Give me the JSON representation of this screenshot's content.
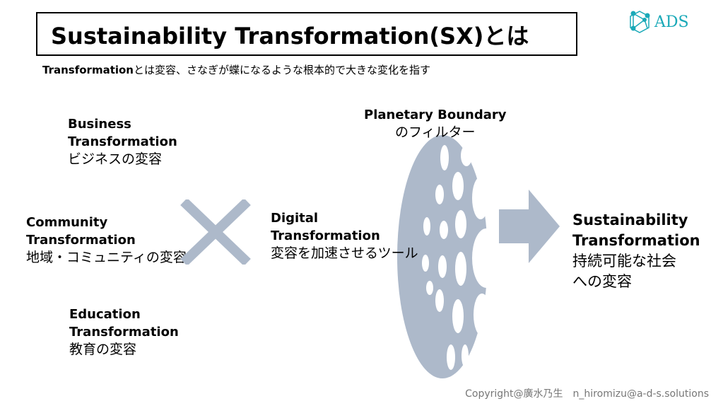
{
  "title": "Sustainability Transformation(SX)とは",
  "subtitle_bold": "Transformation",
  "subtitle_rest": "とは変容、さなぎが蝶になるような根本的で大きな変化を指す",
  "logo": "ADS",
  "business": {
    "l1": "Business",
    "l2": "Transformation",
    "l3": "ビジネスの変容"
  },
  "community": {
    "l1": "Community",
    "l2": "Transformation",
    "l3": "地域・コミュニティの変容"
  },
  "education": {
    "l1": "Education",
    "l2": "Transformation",
    "l3": "教育の変容"
  },
  "digital": {
    "l1": "Digital",
    "l2": "Transformation",
    "l3": "変容を加速させるツール"
  },
  "planetary": {
    "l1": "Planetary Boundary",
    "l2": "のフィルター"
  },
  "sx": {
    "l1": "Sustainability",
    "l2": "Transformation",
    "l3": "持続可能な社会",
    "l4": "への変容"
  },
  "footer": "Copyright@廣水乃生　n_hiromizu@a-d-s.solutions",
  "colors": {
    "shape": "#adb9ca",
    "logo": "#1aa9b8"
  }
}
